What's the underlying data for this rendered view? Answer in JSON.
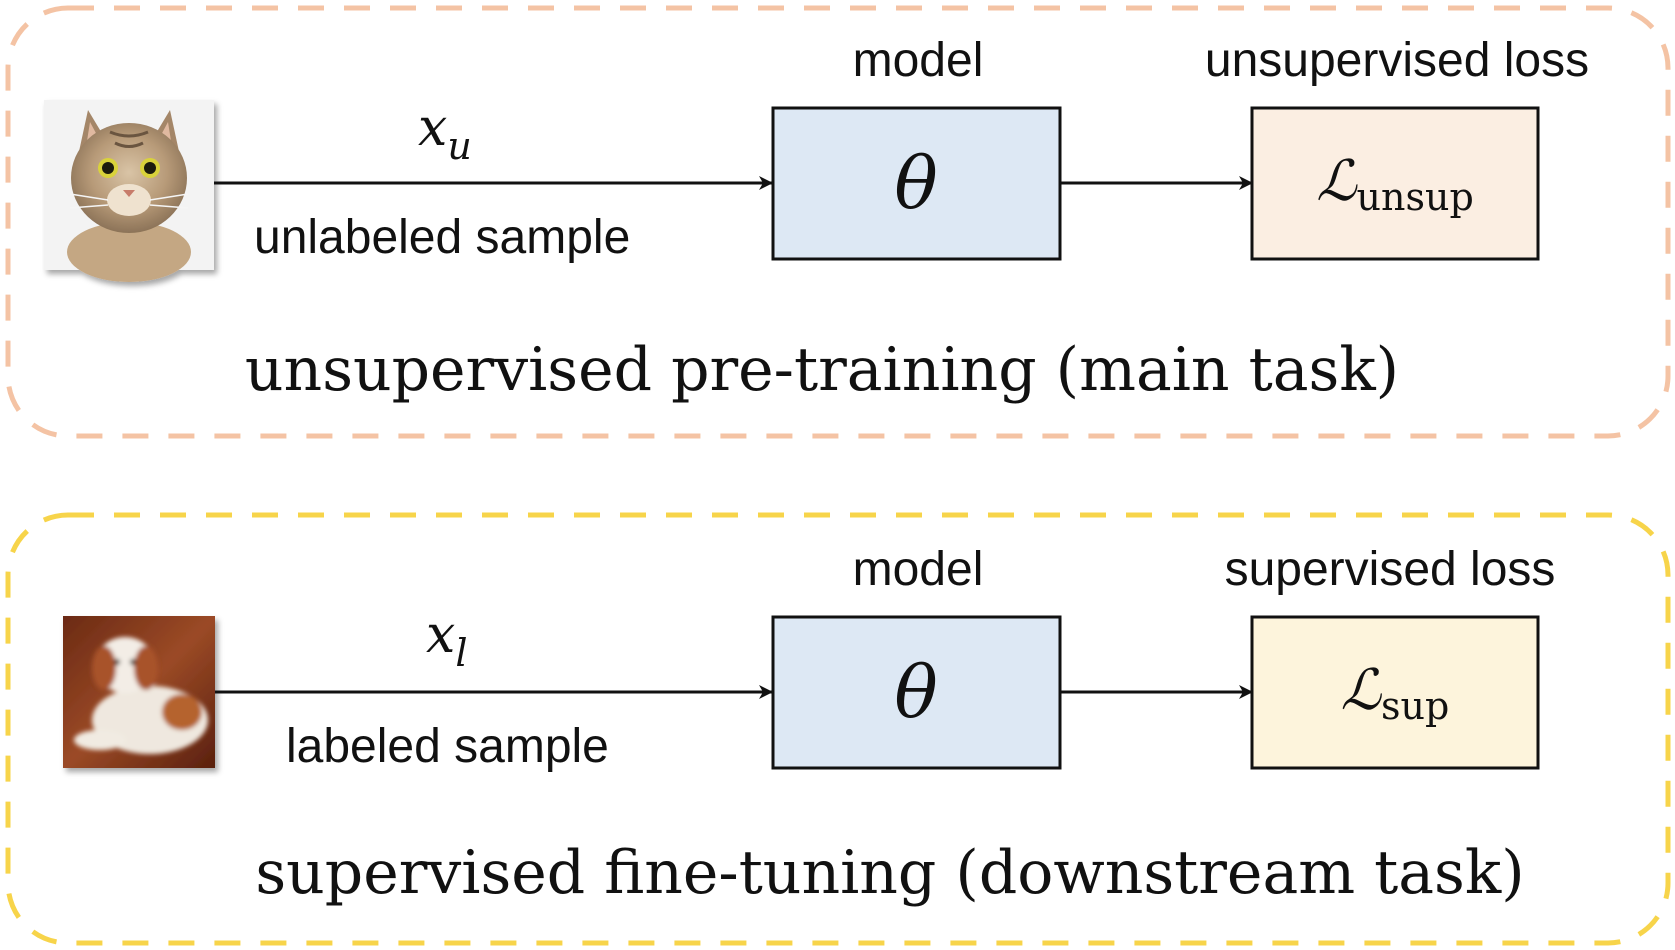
{
  "panels": [
    {
      "sample_label": "unlabeled sample",
      "input_var": "x",
      "input_sub": "u",
      "model_label": "model",
      "model_symbol": "θ",
      "loss_label": "unsupervised loss",
      "loss_symbol": "ℒ",
      "loss_sub": "unsup",
      "caption": "unsupervised pre-training (main task)",
      "image_subject": "cat",
      "border_color": "#f4c3a4",
      "model_fill": "#dde8f4",
      "loss_fill": "#fbeee2"
    },
    {
      "sample_label": "labeled sample",
      "input_var": "x",
      "input_sub": "l",
      "model_label": "model",
      "model_symbol": "θ",
      "loss_label": "supervised loss",
      "loss_symbol": "ℒ",
      "loss_sub": "sup",
      "caption": "supervised fine-tuning (downstream task)",
      "image_subject": "dog",
      "border_color": "#f7d44a",
      "model_fill": "#dde8f4",
      "loss_fill": "#fdf4dc"
    }
  ]
}
